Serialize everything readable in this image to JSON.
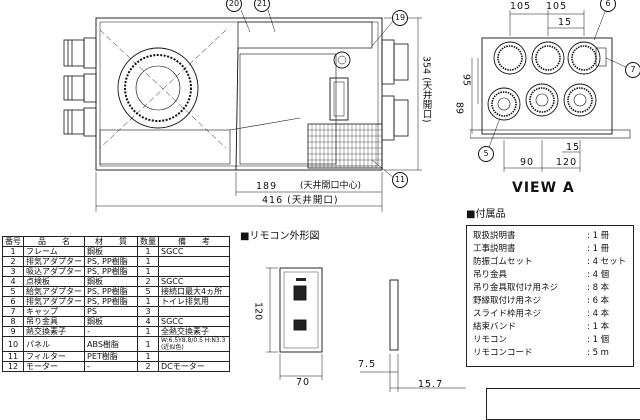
{
  "main_view": {
    "callouts": [
      "20",
      "21",
      "19",
      "11"
    ],
    "dims": {
      "d189": "189",
      "d189_note": "(天井開口中心)",
      "d416": "416 (天井開口)",
      "d354": "354 (天井開口)"
    }
  },
  "view_a": {
    "title": "VIEW A",
    "callouts": [
      "6",
      "7",
      "5"
    ],
    "dims": {
      "top_a": "105",
      "top_b": "105",
      "top_c": "15",
      "v95": "95",
      "v89": "89",
      "b15": "15",
      "b90": "90",
      "b120": "120"
    }
  },
  "remote": {
    "title": "■リモコン外形図",
    "dims": {
      "h120": "120",
      "w70": "70",
      "d75": "7.5",
      "d157": "15.7"
    }
  },
  "accessories": {
    "title": "■付属品",
    "items": [
      {
        "name": "取扱説明書",
        "qty": ": 1 冊"
      },
      {
        "name": "工事説明書",
        "qty": ": 1 冊"
      },
      {
        "name": "防振ゴムセット",
        "qty": ": 4 セット"
      },
      {
        "name": "吊り金具",
        "qty": ": 4 個"
      },
      {
        "name": "吊り金具取付け用ネジ",
        "qty": ": 8 本"
      },
      {
        "name": "野縁取付け用ネジ",
        "qty": ": 6 本"
      },
      {
        "name": "スライド枠用ネジ",
        "qty": ": 4 本"
      },
      {
        "name": "結束バンド",
        "qty": ": 1 本"
      },
      {
        "name": "リモコン",
        "qty": ": 1 個"
      },
      {
        "name": "リモコンコード",
        "qty": ": 5 m"
      }
    ]
  },
  "parts_table": {
    "headers": [
      "番号",
      "品　　名",
      "材　　質",
      "数量",
      "備　　考"
    ],
    "rows": [
      [
        "1",
        "フレーム",
        "鋼板",
        "1",
        "SGCC"
      ],
      [
        "2",
        "排気アダプター",
        "PS, PP樹脂",
        "1",
        ""
      ],
      [
        "3",
        "吸込アダプター",
        "PS, PP樹脂",
        "1",
        ""
      ],
      [
        "4",
        "点検板",
        "鋼板",
        "2",
        "SGCC"
      ],
      [
        "5",
        "給気アダプター",
        "PS, PP樹脂",
        "5",
        "接続口最大4ヵ所"
      ],
      [
        "6",
        "排気アダプター",
        "PS, PP樹脂",
        "1",
        "トイレ排気用"
      ],
      [
        "7",
        "キャップ",
        "PS",
        "3",
        ""
      ],
      [
        "8",
        "吊り金具",
        "鋼板",
        "4",
        "SGCC"
      ],
      [
        "9",
        "熱交換素子",
        "-",
        "1",
        "全熱交換素子"
      ],
      [
        "10",
        "パネル",
        "ABS樹脂",
        "1",
        "W:6.5Y8.8/0.5 H:N3.3 (近似色)"
      ],
      [
        "11",
        "フィルター",
        "PET樹脂",
        "1",
        ""
      ],
      [
        "12",
        "モーター",
        "-",
        "2",
        "DCモーター"
      ]
    ]
  }
}
